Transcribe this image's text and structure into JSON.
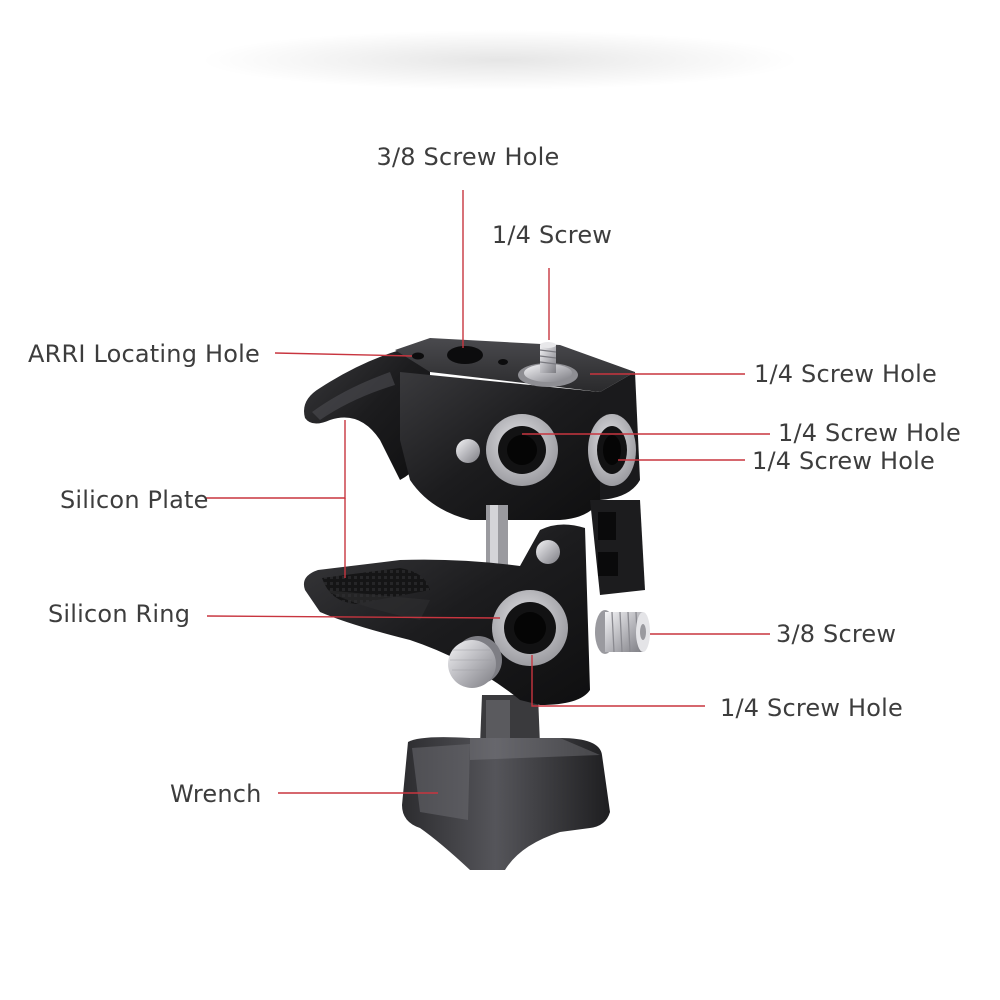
{
  "diagram": {
    "labels": {
      "screw_hole_3_8_top": "3/8 Screw Hole",
      "screw_1_4_top": "1/4 Screw",
      "arri_locating_hole": "ARRI Locating Hole",
      "screw_hole_1_4_top_right": "1/4 Screw Hole",
      "screw_hole_1_4_front_left": "1/4 Screw Hole",
      "screw_hole_1_4_front_right": "1/4 Screw Hole",
      "silicon_plate": "Silicon Plate",
      "silicon_ring": "Silicon Ring",
      "screw_3_8_side": "3/8 Screw",
      "screw_hole_1_4_bottom": "1/4 Screw Hole",
      "wrench": "Wrench"
    },
    "colors": {
      "callout_line": "#c8353f",
      "label_text": "#3d3d3d",
      "clamp_body": "#1f1f21",
      "silicon_ring": "#b9b9bd",
      "metal": "#d9d9dc"
    }
  }
}
